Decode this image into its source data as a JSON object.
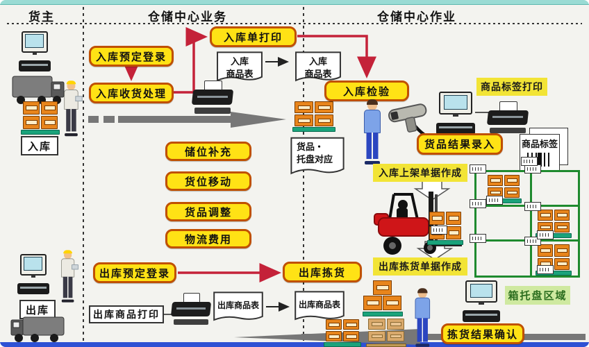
{
  "headers": {
    "owner": "货主",
    "business": "仓储中心业务",
    "operations": "仓储中心作业"
  },
  "process": {
    "inbound_reserve": "入库预定登录",
    "inbound_receive": "入库收货处理",
    "inbound_order_print": "入库单打印",
    "inbound_inspect": "入库检验",
    "label_print": "商品标签打印",
    "goods_result_entry": "货品结果录入",
    "inbound_shelf_doc": "入库上架单据作成",
    "storage_refill": "储位补充",
    "location_move": "货位移动",
    "goods_adjust": "货品调整",
    "logistics_cost": "物流费用",
    "outbound_reserve": "出库预定登录",
    "outbound_pick": "出库拣货",
    "outbound_pick_doc": "出库拣货单据作成",
    "outbound_goods_print": "出库商品打印",
    "pick_result_confirm": "拣货结果确认"
  },
  "documents": {
    "inbound_goods_a": "入库\n商品表",
    "inbound_goods_b": "入库\n商品表",
    "goods_pallet_map": "货品・\n托盘对应",
    "outbound_goods_a": "出库商品表",
    "outbound_goods_b": "出库商品表",
    "goods_label": "商品标签"
  },
  "areas": {
    "inbound": "入库",
    "outbound": "出库",
    "box_pallet_area": "箱托盘区域"
  },
  "colors": {
    "process_fill": "#ffe215",
    "process_border": "#c05000",
    "flat_label_fill": "#f2e436",
    "area_label_fill": "#cfe9a0",
    "rack_green": "#1e8a2e",
    "arrow_red": "#c42239",
    "arrow_gray": "#777777",
    "top_bar": "#9adbd4",
    "bottom_bar": "#2e51d4"
  }
}
